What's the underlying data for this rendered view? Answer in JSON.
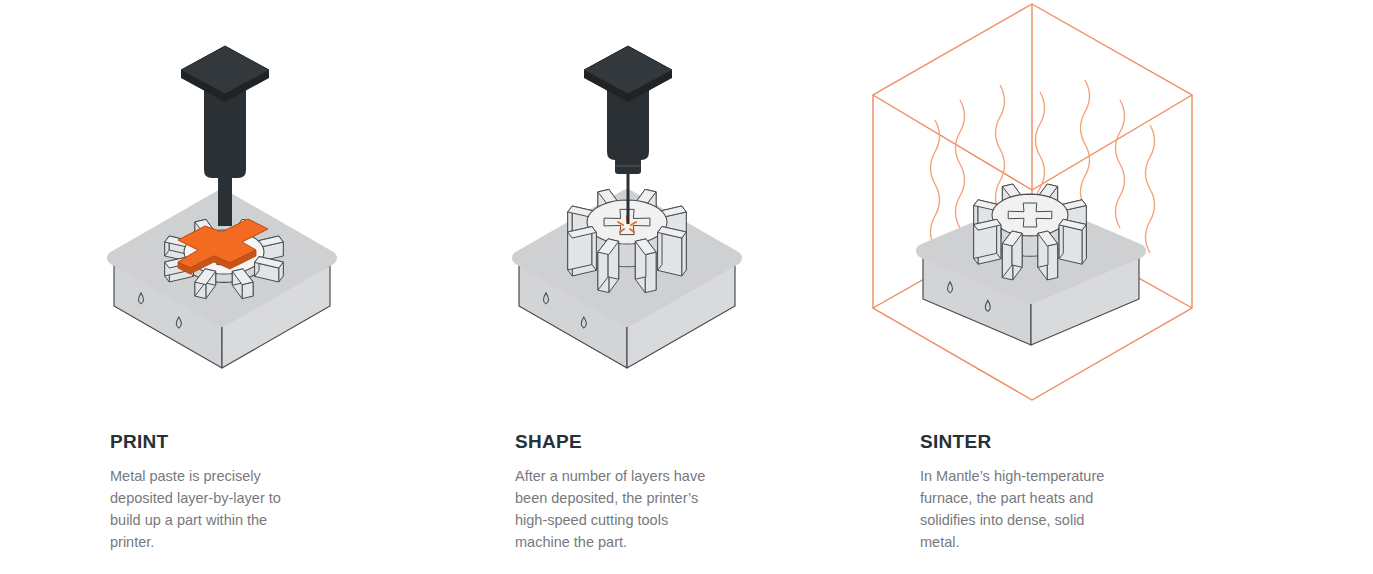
{
  "diagram": {
    "labels": [
      "PRINT",
      "Metal paste is precisely deposited layer-by-layer to build up a part within the printer.",
      "SHAPE",
      "After a number of layers have been deposited, the printer’s high-speed cutting tools machine the part.",
      "SINTER",
      "In Mantle’s high-temperature furnace, the part heats and solidifies into dense, solid metal."
    ]
  }
}
